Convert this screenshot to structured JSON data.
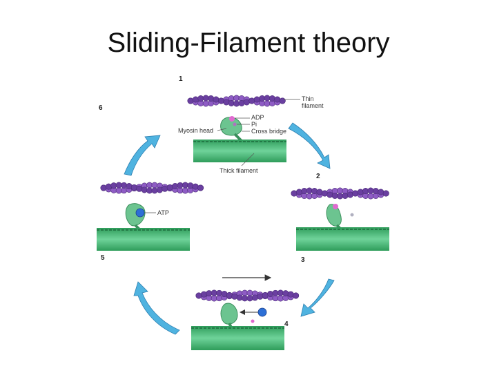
{
  "title": "Sliding-Filament theory",
  "labels": {
    "thin_filament_line1": "Thin",
    "thin_filament_line2": "filament",
    "adp": "ADP",
    "pi": "Pi",
    "myosin_head": "Myosin head",
    "cross_bridge": "Cross bridge",
    "thick_filament": "Thick filament",
    "atp": "ATP"
  },
  "steps": [
    "1",
    "2",
    "3",
    "4",
    "5",
    "6"
  ],
  "colors": {
    "actin": "#8e5cc4",
    "actin_dark": "#6a3fa0",
    "thick_filament": "#3fae6a",
    "myosin_head": "#6cc490",
    "arrow": "#4fb3e0",
    "atp_ball": "#2d6fd6",
    "pi_ball": "#e06ad0"
  }
}
